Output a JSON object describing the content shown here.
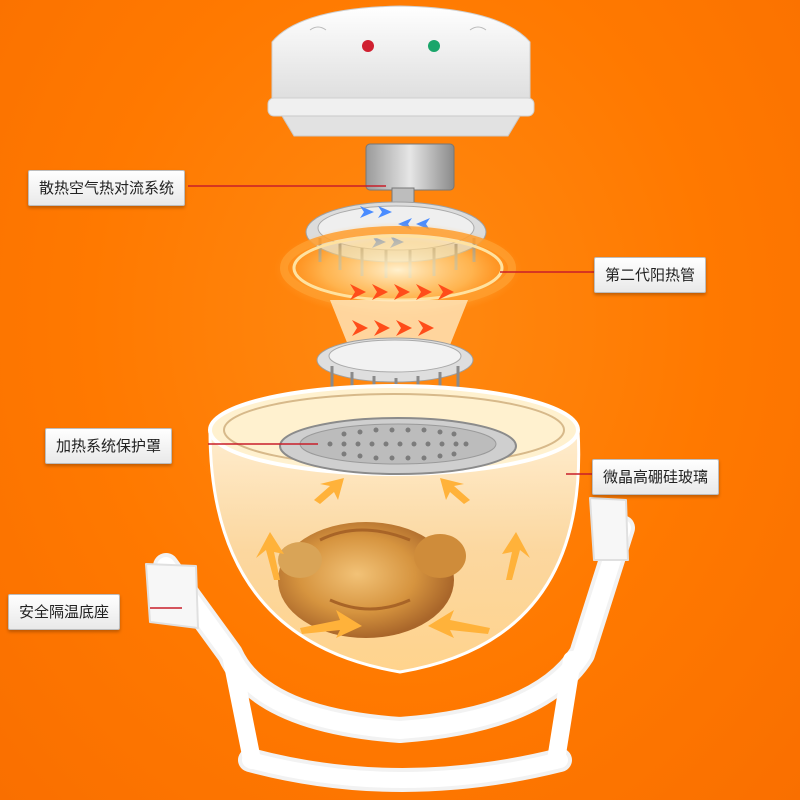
{
  "labels": {
    "convection_system": "散热空气热对流系统",
    "heating_tube": "第二代阳热管",
    "heating_cover": "加热系统保护罩",
    "glass_bowl": "微晶高硼硅玻璃",
    "base_stand": "安全隔温底座"
  },
  "colors": {
    "background": "#ff7a00",
    "leader_line": "#c81e2a",
    "heat_arrow": "#ff4d1a",
    "cool_arrow": "#4a8cff"
  }
}
